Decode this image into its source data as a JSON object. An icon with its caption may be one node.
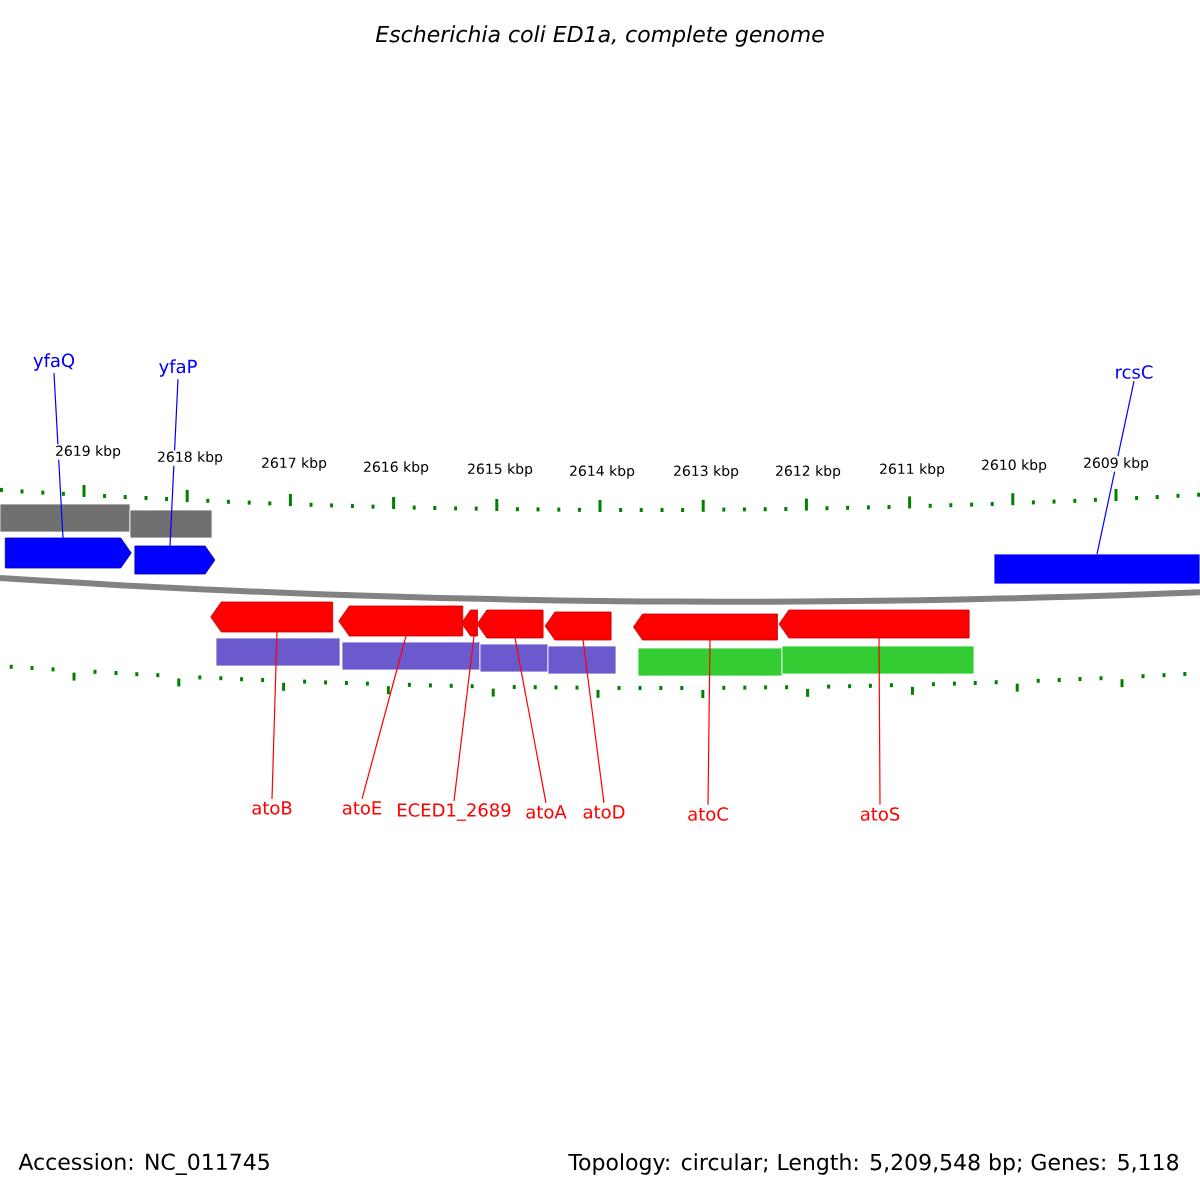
{
  "diagram": {
    "title": "Escherichia coli ED1a, complete genome",
    "nodes": [
      {
        "text": [
          "yfaQ"
        ]
      },
      {
        "text": [
          "yfaP"
        ]
      },
      {
        "text": [
          "rcsC"
        ]
      },
      {
        "text": [],
        "shape": "bar"
      },
      {
        "text": [],
        "shape": "bar"
      },
      {
        "text": [],
        "shape": "arrow"
      },
      {
        "text": [],
        "shape": "arrow"
      },
      {
        "text": [],
        "shape": "bar"
      },
      {
        "text": [],
        "shape": "arrow"
      },
      {
        "text": [],
        "shape": "arrow"
      },
      {
        "text": [],
        "shape": "arrow"
      },
      {
        "text": [],
        "shape": "arrow"
      },
      {
        "text": [],
        "shape": "arrow"
      },
      {
        "text": [],
        "shape": "arrow"
      },
      {
        "text": [],
        "shape": "arrow"
      },
      {
        "text": [],
        "shape": "bar"
      },
      {
        "text": [],
        "shape": "bar"
      },
      {
        "text": [],
        "shape": "bar"
      },
      {
        "text": [],
        "shape": "bar"
      },
      {
        "text": [],
        "shape": "bar"
      },
      {
        "text": [],
        "shape": "bar"
      },
      {
        "text": [
          "atoB"
        ]
      },
      {
        "text": [
          "atoE"
        ]
      },
      {
        "text": [
          "ECED1_2689"
        ]
      },
      {
        "text": [
          "atoA"
        ]
      },
      {
        "text": [
          "atoD"
        ]
      },
      {
        "text": [
          "atoC"
        ]
      },
      {
        "text": [
          "atoS"
        ]
      }
    ],
    "edges": [
      {
        "from": 0,
        "to": 5,
        "arrow": "none",
        "color": "#0000ff"
      },
      {
        "from": 1,
        "to": 6,
        "arrow": "none",
        "color": "#0000ff"
      },
      {
        "from": 2,
        "to": 7,
        "arrow": "none",
        "color": "#0000ff"
      },
      {
        "from": 21,
        "to": 8,
        "arrow": "none"
      },
      {
        "from": 22,
        "to": 9,
        "arrow": "none"
      },
      {
        "from": 23,
        "to": 10,
        "arrow": "none"
      },
      {
        "from": 24,
        "to": 11,
        "arrow": "none"
      },
      {
        "from": 25,
        "to": 12,
        "arrow": "none"
      },
      {
        "from": 26,
        "to": 13,
        "arrow": "none"
      },
      {
        "from": 27,
        "to": 14,
        "arrow": "none"
      }
    ],
    "labels": [
      "2619 kbp",
      "2618 kbp",
      "2617 kbp",
      "2616 kbp",
      "2615 kbp",
      "2614 kbp",
      "2613 kbp",
      "2612 kbp",
      "2611 kbp",
      "2610 kbp",
      "2609 kbp",
      "Accession: NC_011745",
      "Topology: circular; Length: 5,209,548 bp; Genes: 5,118"
    ]
  }
}
